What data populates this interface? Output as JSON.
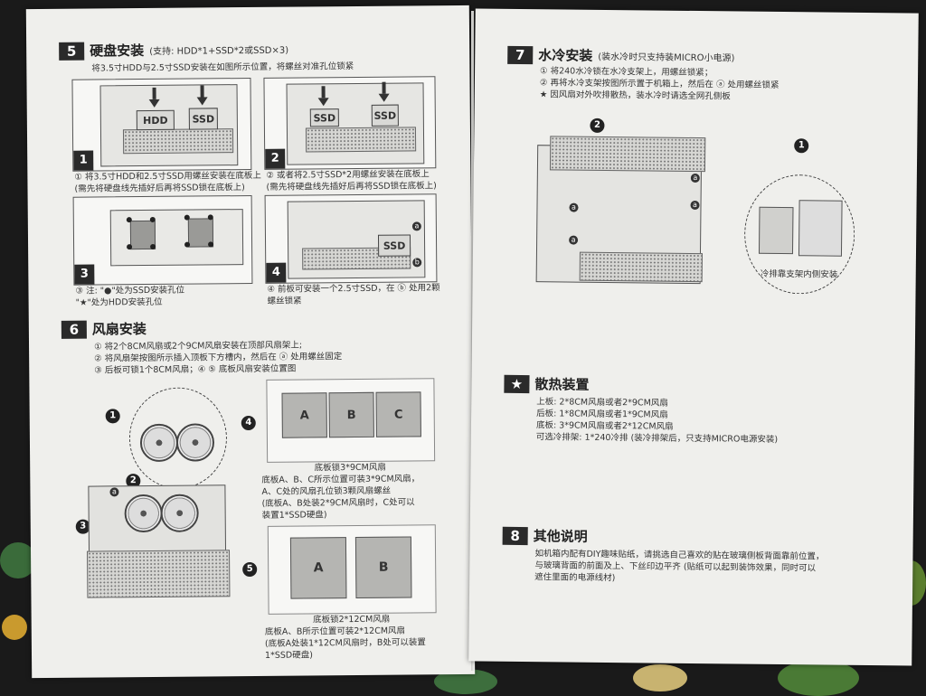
{
  "sections": {
    "s5": {
      "num": "5",
      "title": "硬盘安装",
      "note": "(支持: HDD*1+SSD*2或SSD×3)",
      "subtitle": "将3.5寸HDD与2.5寸SSD安装在如图所示位置，将螺丝对准孔位锁紧",
      "panels": [
        {
          "num": "1",
          "hdd": "HDD",
          "ssd": "SSD",
          "caption": "① 将3.5寸HDD和2.5寸SSD用螺丝安装在底板上\n  (需先将硬盘线先插好后再将SSD锁在底板上)"
        },
        {
          "num": "2",
          "ssd1": "SSD",
          "ssd2": "SSD",
          "caption": "② 或者将2.5寸SSD*2用螺丝安装在底板上\n  (需先将硬盘线先插好后再将SSD锁在底板上)"
        },
        {
          "num": "3",
          "caption": "③ 注:   \"●\"处为SSD安装孔位\n           \"★\"处为HDD安装孔位"
        },
        {
          "num": "4",
          "ssd": "SSD",
          "mark_a": "a",
          "mark_b": "b",
          "caption": "④ 前板可安装一个2.5寸SSD，在 ⓑ 处用2颗\n    螺丝锁紧"
        }
      ]
    },
    "s6": {
      "num": "6",
      "title": "风扇安装",
      "lines": "① 将2个8CM风扇或2个9CM风扇安装在顶部风扇架上;\n② 将风扇架按图所示插入顶板下方槽内，然后在 ⓐ 处用螺丝固定\n③ 后板可锁1个8CM风扇；④ ⑤ 底板风扇安装位置图",
      "callouts": {
        "c1": "1",
        "c2": "2",
        "c3": "3",
        "c4": "4",
        "c5": "5",
        "a": "a"
      },
      "panel4": {
        "slots": [
          "A",
          "B",
          "C"
        ],
        "caption": "底板锁3*9CM风扇",
        "desc": "底板A、B、C所示位置可装3*9CM风扇，\nA、C处的风扇孔位锁3颗风扇螺丝\n(底板A、B处装2*9CM风扇时，C处可以\n装置1*SSD硬盘)"
      },
      "panel5": {
        "slots": [
          "A",
          "B"
        ],
        "caption": "底板锁2*12CM风扇",
        "desc": "底板A、B所示位置可装2*12CM风扇\n(底板A处装1*12CM风扇时，B处可以装置\n1*SSD硬盘)"
      }
    },
    "s7": {
      "num": "7",
      "title": "水冷安装",
      "note": "(装水冷时只支持装MICRO小电源)",
      "lines": "① 将240水冷锁在水冷支架上，用螺丝锁紧；\n② 再将水冷支架按图所示置于机箱上，然后在 ⓐ 处用螺丝锁紧\n★ 因风扇对外吹排散热，装水冷时请选全网孔侧板",
      "callouts": {
        "c1": "1",
        "c2": "2",
        "a": "a"
      },
      "radiator_caption": "冷排靠支架内侧安装"
    },
    "star": {
      "title": "散热装置",
      "lines": "上板: 2*8CM风扇或者2*9CM风扇\n后板: 1*8CM风扇或者1*9CM风扇\n底板: 3*9CM风扇或者2*12CM风扇\n可选冷排架: 1*240冷排 (装冷排架后，只支持MICRO电源安装)"
    },
    "s8": {
      "num": "8",
      "title": "其他说明",
      "lines": "如机箱内配有DIY趣味贴纸，请挑选自己喜欢的贴在玻璃侧板背面靠前位置，\n与玻璃背面的前面及上、下丝印边平齐 (贴纸可以起到装饰效果，同时可以\n遮住里面的电源线材)"
    }
  },
  "colors": {
    "paper": "#efefec",
    "ink": "#222222",
    "background": "#1a1a1a"
  },
  "icons": {
    "star": "star-icon"
  }
}
